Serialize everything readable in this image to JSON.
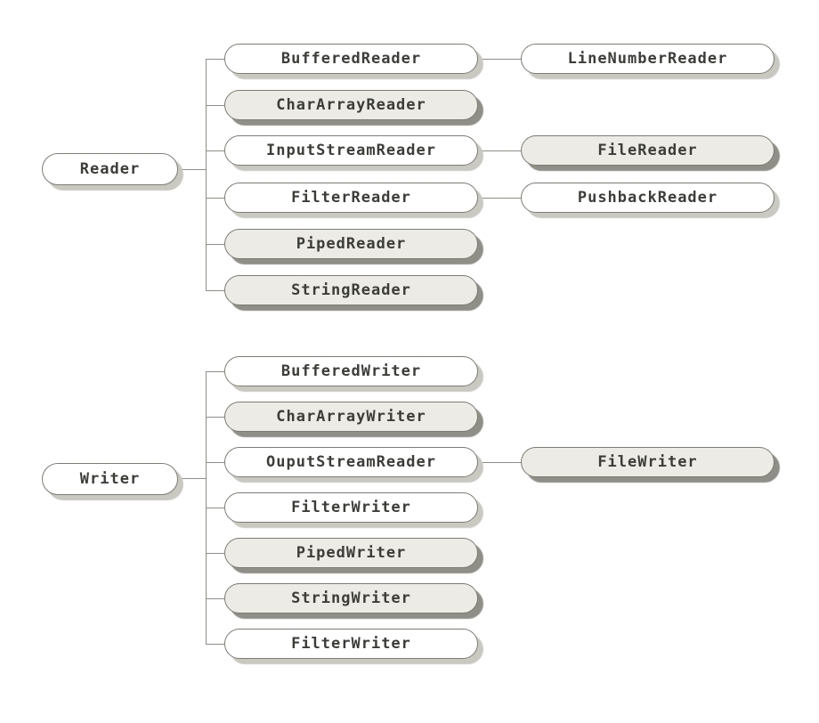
{
  "diagram": {
    "colors": {
      "background": "#ffffff",
      "pill_white_fill": "#ffffff",
      "pill_gray_fill": "#ecebe5",
      "pill_border": "#7d7c73",
      "shadow_on_white": "#c9c8c1",
      "shadow_on_gray": "#8f8e87",
      "connector_line": "#8f8e86",
      "text": "#3c3c38"
    },
    "trees": [
      {
        "root": {
          "label": "Reader",
          "variant": "white"
        },
        "children": [
          {
            "label": "BufferedReader",
            "variant": "white",
            "child": {
              "label": "LineNumberReader",
              "variant": "white"
            }
          },
          {
            "label": "CharArrayReader",
            "variant": "gray"
          },
          {
            "label": "InputStreamReader",
            "variant": "white",
            "child": {
              "label": "FileReader",
              "variant": "gray"
            }
          },
          {
            "label": "FilterReader",
            "variant": "white",
            "child": {
              "label": "PushbackReader",
              "variant": "white"
            }
          },
          {
            "label": "PipedReader",
            "variant": "gray"
          },
          {
            "label": "StringReader",
            "variant": "gray"
          }
        ]
      },
      {
        "root": {
          "label": "Writer",
          "variant": "white"
        },
        "children": [
          {
            "label": "BufferedWriter",
            "variant": "white"
          },
          {
            "label": "CharArrayWriter",
            "variant": "gray"
          },
          {
            "label": "OuputStreamReader",
            "variant": "white",
            "child": {
              "label": "FileWriter",
              "variant": "gray"
            }
          },
          {
            "label": "FilterWriter",
            "variant": "white"
          },
          {
            "label": "PipedWriter",
            "variant": "gray"
          },
          {
            "label": "StringWriter",
            "variant": "gray"
          },
          {
            "label": "FilterWriter",
            "variant": "white"
          }
        ]
      }
    ]
  }
}
